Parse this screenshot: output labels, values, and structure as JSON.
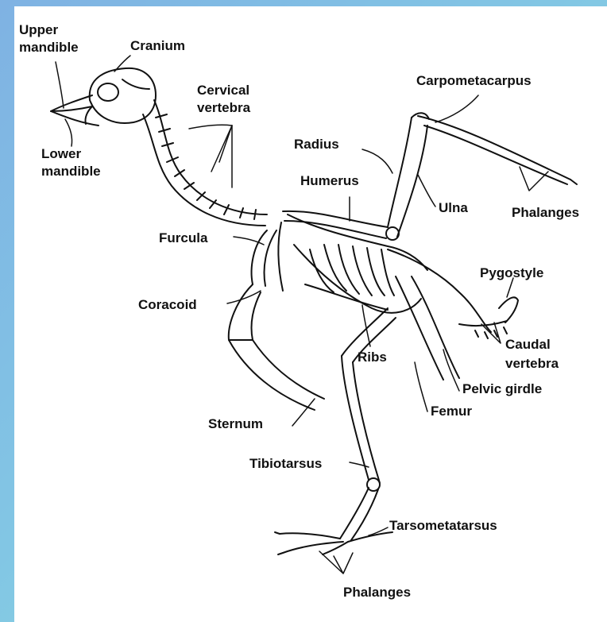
{
  "labels": {
    "upper_mandible_1": "Upper",
    "upper_mandible_2": "mandible",
    "cranium": "Cranium",
    "cervical_1": "Cervical",
    "cervical_2": "vertebra",
    "lower_mandible_1": "Lower",
    "lower_mandible_2": "mandible",
    "carpometacarpus": "Carpometacarpus",
    "radius": "Radius",
    "humerus": "Humerus",
    "ulna": "Ulna",
    "phalanges_wing": "Phalanges",
    "furcula": "Furcula",
    "pygostyle": "Pygostyle",
    "coracoid": "Coracoid",
    "ribs": "Ribs",
    "caudal_1": "Caudal",
    "caudal_2": "vertebra",
    "pelvic_girdle": "Pelvic girdle",
    "femur": "Femur",
    "sternum": "Sternum",
    "tibiotarsus": "Tibiotarsus",
    "tarsometatarsus": "Tarsometatarsus",
    "phalanges_foot": "Phalanges"
  },
  "colors": {
    "background_start": "#7fb2e3",
    "background_end": "#8fe3dc",
    "panel": "#ffffff",
    "ink": "#111111"
  }
}
